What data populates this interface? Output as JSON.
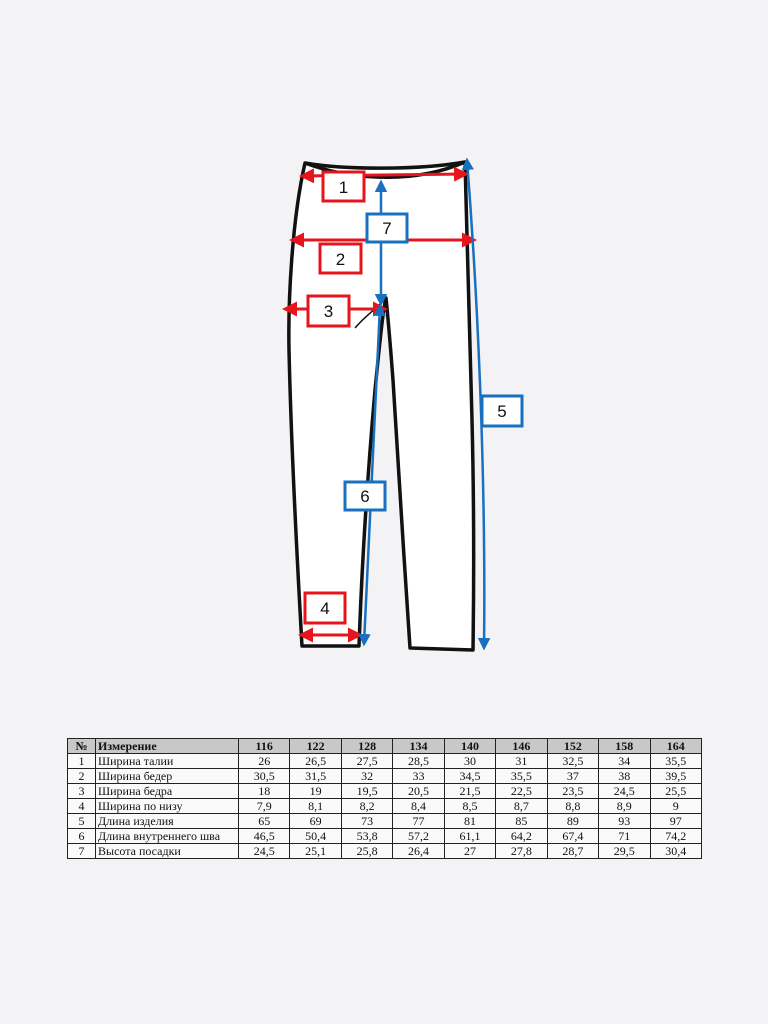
{
  "colors": {
    "measure_red": "#e8141b",
    "measure_blue": "#1a70c0",
    "outline": "#111111",
    "header_bg": "#c8c8c8"
  },
  "labels": [
    "1",
    "2",
    "3",
    "4",
    "5",
    "6",
    "7"
  ],
  "table": {
    "col_num": "№",
    "col_name": "Измерение",
    "sizes": [
      "116",
      "122",
      "128",
      "134",
      "140",
      "146",
      "152",
      "158",
      "164"
    ],
    "rows": [
      {
        "num": "1",
        "name": "Ширина талии",
        "values": [
          "26",
          "26,5",
          "27,5",
          "28,5",
          "30",
          "31",
          "32,5",
          "34",
          "35,5"
        ]
      },
      {
        "num": "2",
        "name": "Ширина бедер",
        "values": [
          "30,5",
          "31,5",
          "32",
          "33",
          "34,5",
          "35,5",
          "37",
          "38",
          "39,5"
        ]
      },
      {
        "num": "3",
        "name": "Ширина бедра",
        "values": [
          "18",
          "19",
          "19,5",
          "20,5",
          "21,5",
          "22,5",
          "23,5",
          "24,5",
          "25,5"
        ]
      },
      {
        "num": "4",
        "name": "Ширина по низу",
        "values": [
          "7,9",
          "8,1",
          "8,2",
          "8,4",
          "8,5",
          "8,7",
          "8,8",
          "8,9",
          "9"
        ]
      },
      {
        "num": "5",
        "name": "Длина изделия",
        "values": [
          "65",
          "69",
          "73",
          "77",
          "81",
          "85",
          "89",
          "93",
          "97"
        ]
      },
      {
        "num": "6",
        "name": "Длина внутреннего шва",
        "values": [
          "46,5",
          "50,4",
          "53,8",
          "57,2",
          "61,1",
          "64,2",
          "67,4",
          "71",
          "74,2"
        ]
      },
      {
        "num": "7",
        "name": "Высота посадки",
        "values": [
          "24,5",
          "25,1",
          "25,8",
          "26,4",
          "27",
          "27,8",
          "28,7",
          "29,5",
          "30,4"
        ]
      }
    ]
  }
}
